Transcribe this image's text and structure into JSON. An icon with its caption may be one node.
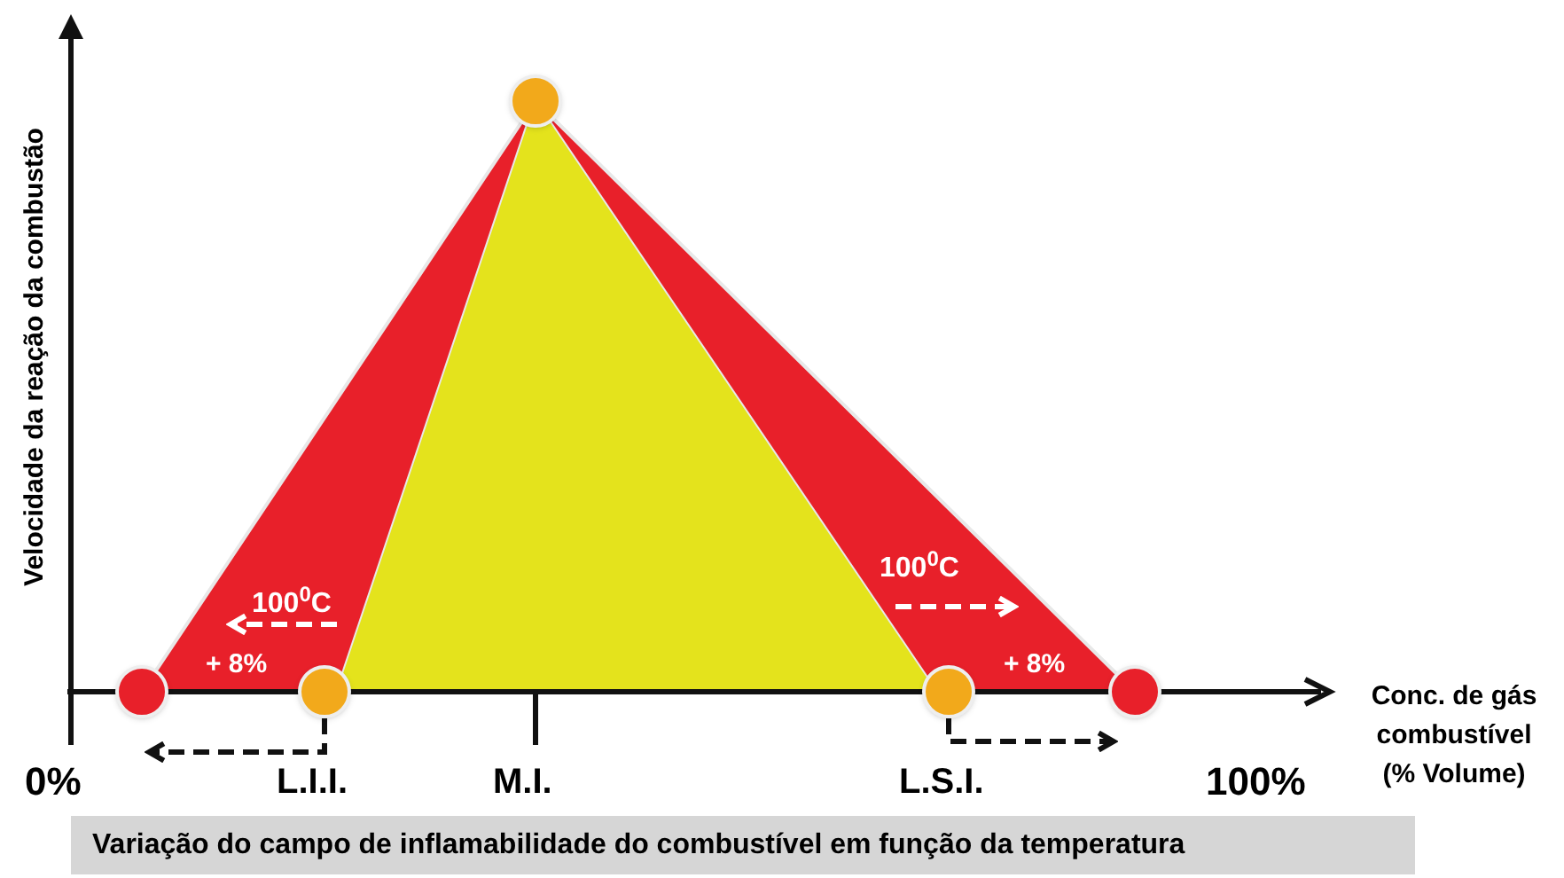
{
  "diagram": {
    "caption": "Variação do campo de inflamabilidade do combustível em função da temperatura",
    "nodes": [
      {
        "text": [],
        "shape": "circle"
      },
      {
        "text": [],
        "shape": "circle"
      },
      {
        "text": [],
        "shape": "circle"
      },
      {
        "text": [],
        "shape": "circle"
      },
      {
        "text": [],
        "shape": "circle"
      }
    ],
    "edges": [
      {
        "from": 2,
        "to": 1,
        "arrow": "to",
        "style": "dashed"
      },
      {
        "from": 3,
        "to": 4,
        "arrow": "to",
        "style": "dashed"
      }
    ],
    "labels": [
      "Velocidade da reação da combustão",
      "100$^{0}$C",
      "100$^{0}$C",
      "+ 8%",
      "+ 8%",
      "Conc. de gás combustível (% Volume)",
      "0%",
      "L.I.I.",
      "M.I.",
      "L.S.I.",
      "100%"
    ]
  }
}
